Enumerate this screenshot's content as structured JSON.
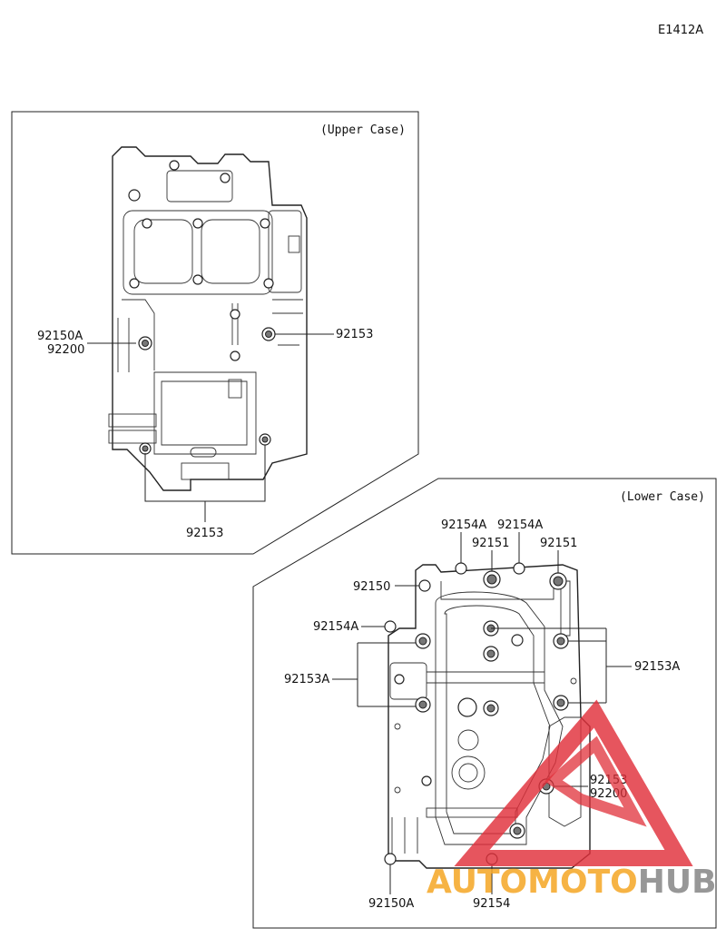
{
  "diagram_id": "E1412A",
  "upper_case": {
    "title": "(Upper Case)",
    "labels": {
      "left_a": "92150A",
      "left_b": "92200",
      "right": "92153",
      "bottom": "92153"
    }
  },
  "lower_case": {
    "title": "(Lower Case)",
    "labels": {
      "top_a1": "92154A",
      "top_a2": "92154A",
      "top_b1": "92151",
      "top_b2": "92151",
      "left_150": "92150",
      "left_154a": "92154A",
      "left_153a": "92153A",
      "right_153a": "92153A",
      "right_153": "92153",
      "right_200": "92200",
      "bottom_150a": "92150A",
      "bottom_154": "92154"
    }
  },
  "watermark": {
    "part1": "AUTO",
    "part2": "MOTO",
    "part3": "HUB",
    "color_red": "#e0303a",
    "color_orange": "#f5a623",
    "color_gray": "#8c8c8c"
  }
}
